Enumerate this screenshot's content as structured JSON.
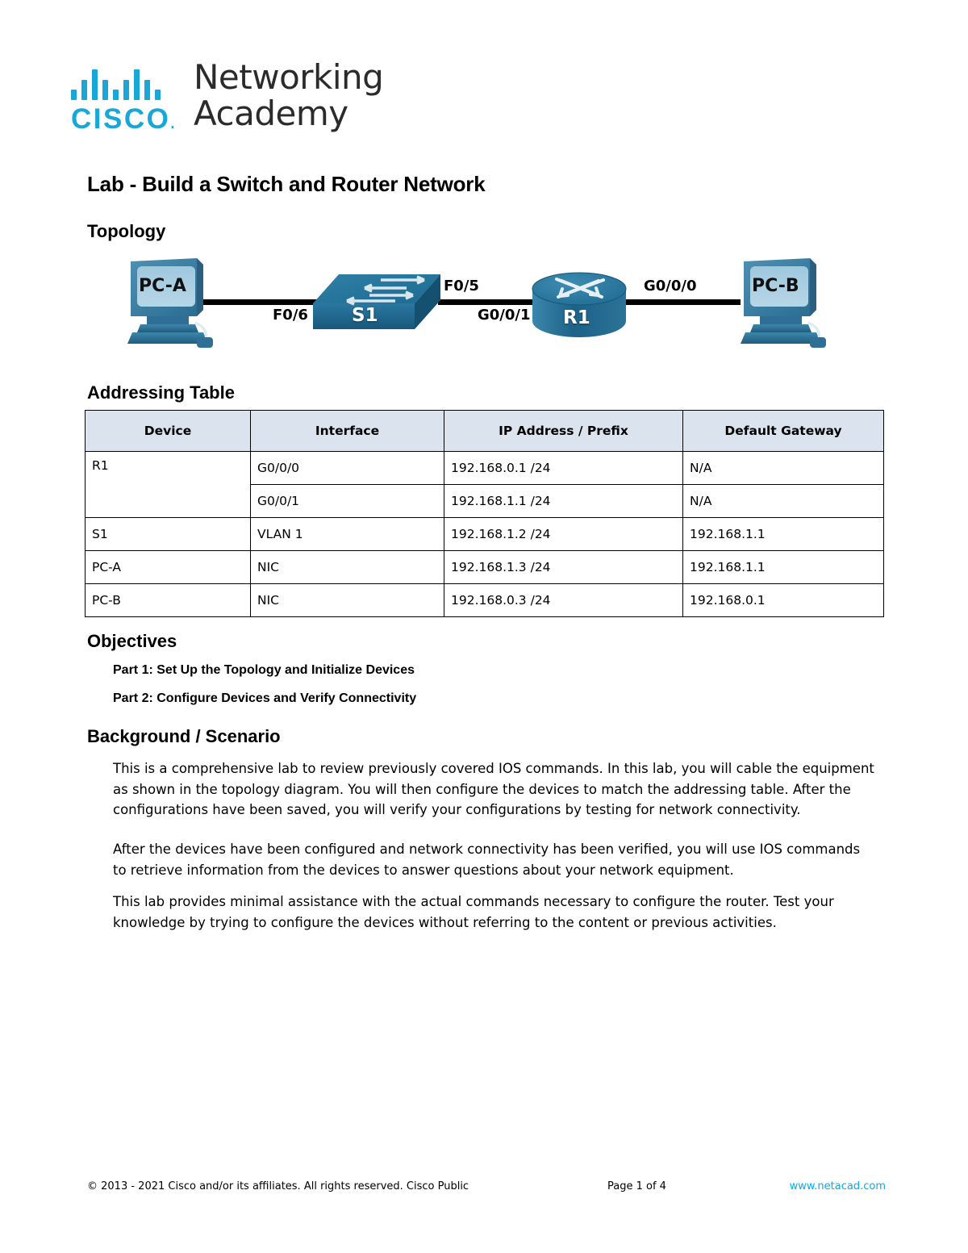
{
  "logo": {
    "brand": "CISCO",
    "brand_dot": ".",
    "line1": "Networking",
    "line2": "Academy",
    "bar_icon": "cisco-bars-icon",
    "accent_color": "#19A7D8"
  },
  "document": {
    "title": "Lab - Build a Switch and Router Network"
  },
  "sections": {
    "topology_heading": "Topology",
    "addressing_heading": "Addressing Table",
    "objectives_heading": "Objectives",
    "background_heading": "Background / Scenario"
  },
  "topology": {
    "devices": [
      {
        "id": "pc-a",
        "label": "PC-A",
        "type": "computer"
      },
      {
        "id": "s1",
        "label": "S1",
        "type": "switch"
      },
      {
        "id": "r1",
        "label": "R1",
        "type": "router"
      },
      {
        "id": "pc-b",
        "label": "PC-B",
        "type": "computer"
      }
    ],
    "interface_labels": {
      "f0_6": "F0/6",
      "f0_5": "F0/5",
      "g0_0_1": "G0/0/1",
      "g0_0_0": "G0/0/0"
    }
  },
  "addressing_table": {
    "headers": [
      "Device",
      "Interface",
      "IP Address / Prefix",
      "Default Gateway"
    ],
    "rows": [
      {
        "device": "R1",
        "interface": "G0/0/0",
        "ip": "192.168.0.1 /24",
        "gateway": "N/A"
      },
      {
        "device": "",
        "interface": "G0/0/1",
        "ip": "192.168.1.1 /24",
        "gateway": "N/A"
      },
      {
        "device": "S1",
        "interface": "VLAN 1",
        "ip": "192.168.1.2 /24",
        "gateway": "192.168.1.1"
      },
      {
        "device": "PC-A",
        "interface": "NIC",
        "ip": "192.168.1.3 /24",
        "gateway": "192.168.1.1"
      },
      {
        "device": "PC-B",
        "interface": "NIC",
        "ip": "192.168.0.3 /24",
        "gateway": "192.168.0.1"
      }
    ]
  },
  "objectives": [
    "Part 1: Set Up the Topology and Initialize Devices",
    "Part 2: Configure Devices and Verify Connectivity"
  ],
  "background": {
    "paragraph_1": "This is a comprehensive lab to review previously covered IOS commands. In this lab, you will cable the equipment as shown in the topology diagram. You will then configure the devices to match the addressing table. After the configurations have been saved, you will verify your configurations by testing for network connectivity.",
    "paragraph_2": "After the devices have been configured and network connectivity has been verified, you will use IOS commands to retrieve information from the devices to answer questions about your network equipment.",
    "paragraph_3": "This lab provides minimal assistance with the actual commands necessary to configure the router. Test your knowledge by trying to configure the devices without referring to the content or previous activities."
  },
  "footer": {
    "copyright": "© 2013 - 2021 Cisco and/or its affiliates. All rights reserved. Cisco Public",
    "page": "Page 1 of 4",
    "link": "www.netacad.com",
    "link_color": "#00AEEF"
  }
}
